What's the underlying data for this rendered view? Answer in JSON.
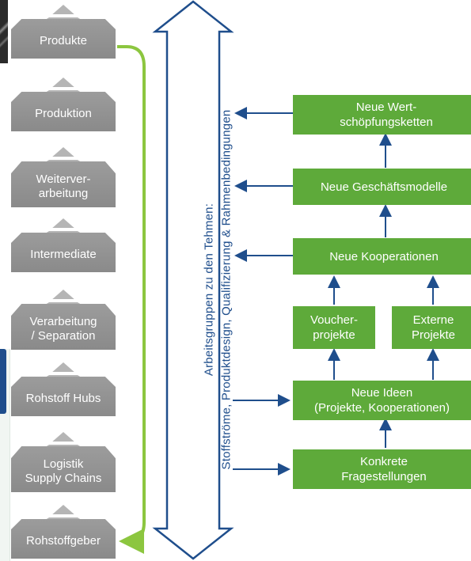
{
  "stack_items": [
    "Produkte",
    "Produktion",
    "Weiterver-\narbeitung",
    "Intermediate",
    "Verarbeitung\n/ Separation",
    "Rohstoff Hubs",
    "Logistik\nSupply Chains",
    "Rohstoffgeber"
  ],
  "vertical_label": {
    "line1": "Arbeitsgruppen zu den Tehmen:",
    "line2": "Stoffströme, Produktdesign, Qualifizierung & Rahmenbedingungen"
  },
  "green_boxes": {
    "wertschoepfung": "Neue Wert-\nschöpfungsketten",
    "geschaeftsmodelle": "Neue Geschäftsmodelle",
    "kooperationen": "Neue Kooperationen",
    "voucher": "Voucher-\nprojekte",
    "externe": "Externe\nProjekte",
    "ideen": "Neue Ideen\n(Projekte, Kooperationen)",
    "fragestellungen": "Konkrete\nFragestellungen"
  },
  "colors": {
    "green": "#5eaa3a",
    "arrow_green": "#8cc63f",
    "blue": "#1f4e8c",
    "gray": "#959595"
  }
}
